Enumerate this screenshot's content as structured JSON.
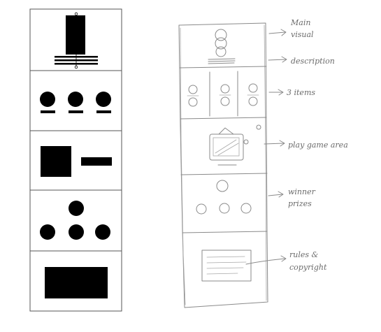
{
  "wireframe": {
    "sections": [
      {
        "id": "main-visual",
        "icon": "tall-rectangle-on-lines"
      },
      {
        "id": "three-items",
        "icon": "three-circles-with-bars"
      },
      {
        "id": "game-area",
        "icon": "square-and-bar"
      },
      {
        "id": "winners",
        "icon": "circle-triangle-of-four"
      },
      {
        "id": "rules",
        "icon": "wide-rectangle"
      }
    ]
  },
  "sketch": {
    "annotations": {
      "main_visual_line1": "Main",
      "main_visual_line2": "visual",
      "description": "description",
      "three_items": "3 items",
      "play_game_area": "play game area",
      "winner_line1": "winner",
      "winner_line2": "prizes",
      "rules_line1": "rules &",
      "rules_line2": "copyright"
    }
  },
  "colors": {
    "ink": "#000000",
    "pencil": "#8a8a8a",
    "frame": "#555555"
  }
}
